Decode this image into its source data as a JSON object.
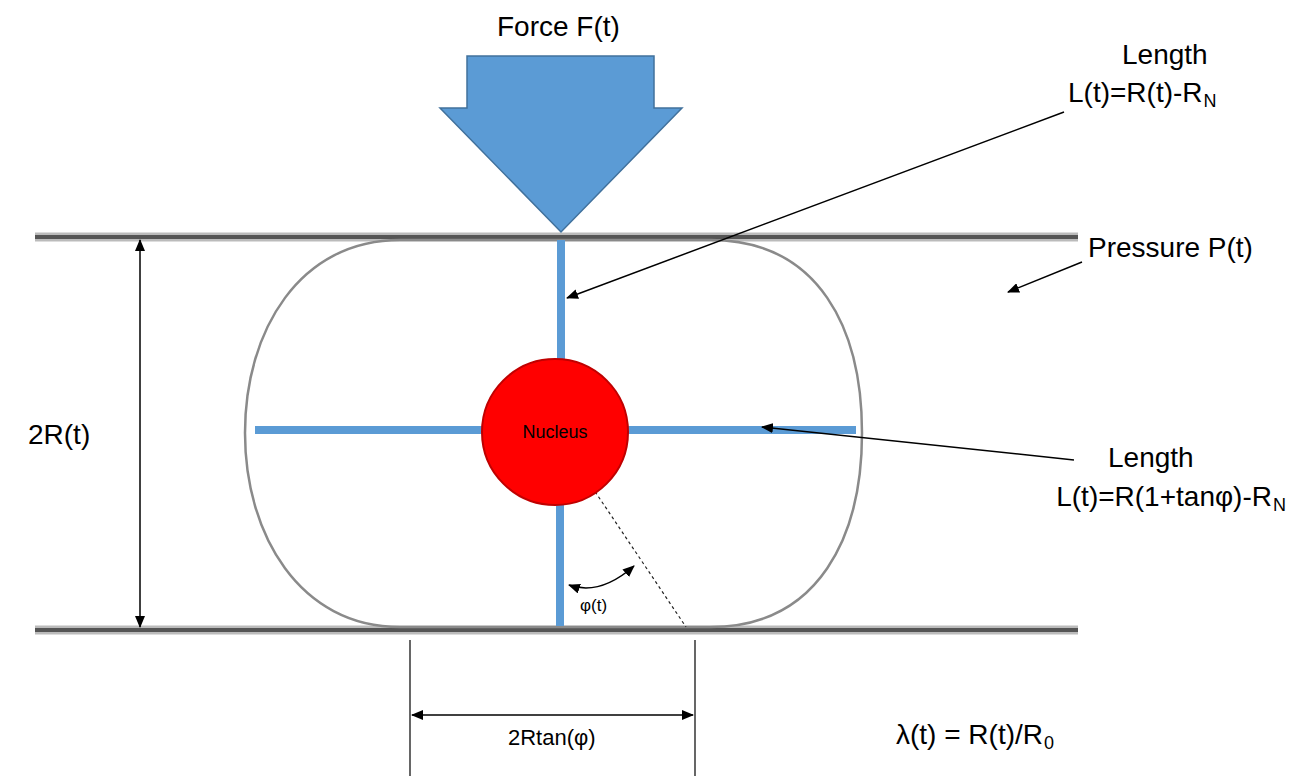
{
  "diagram": {
    "nodes": [
      {
        "text": [
          "Nucleus"
        ]
      }
    ],
    "labels": [
      "Force F(t)",
      "Length",
      "L(t)=R(t)-R",
      "N",
      "Pressure P(t)",
      "2R(t)",
      "Length",
      "L(t)=R(1+tanφ)-R",
      "N",
      "φ(t)",
      "2Rtan(φ)",
      "λ(t) = R(t)/R",
      "0"
    ]
  }
}
